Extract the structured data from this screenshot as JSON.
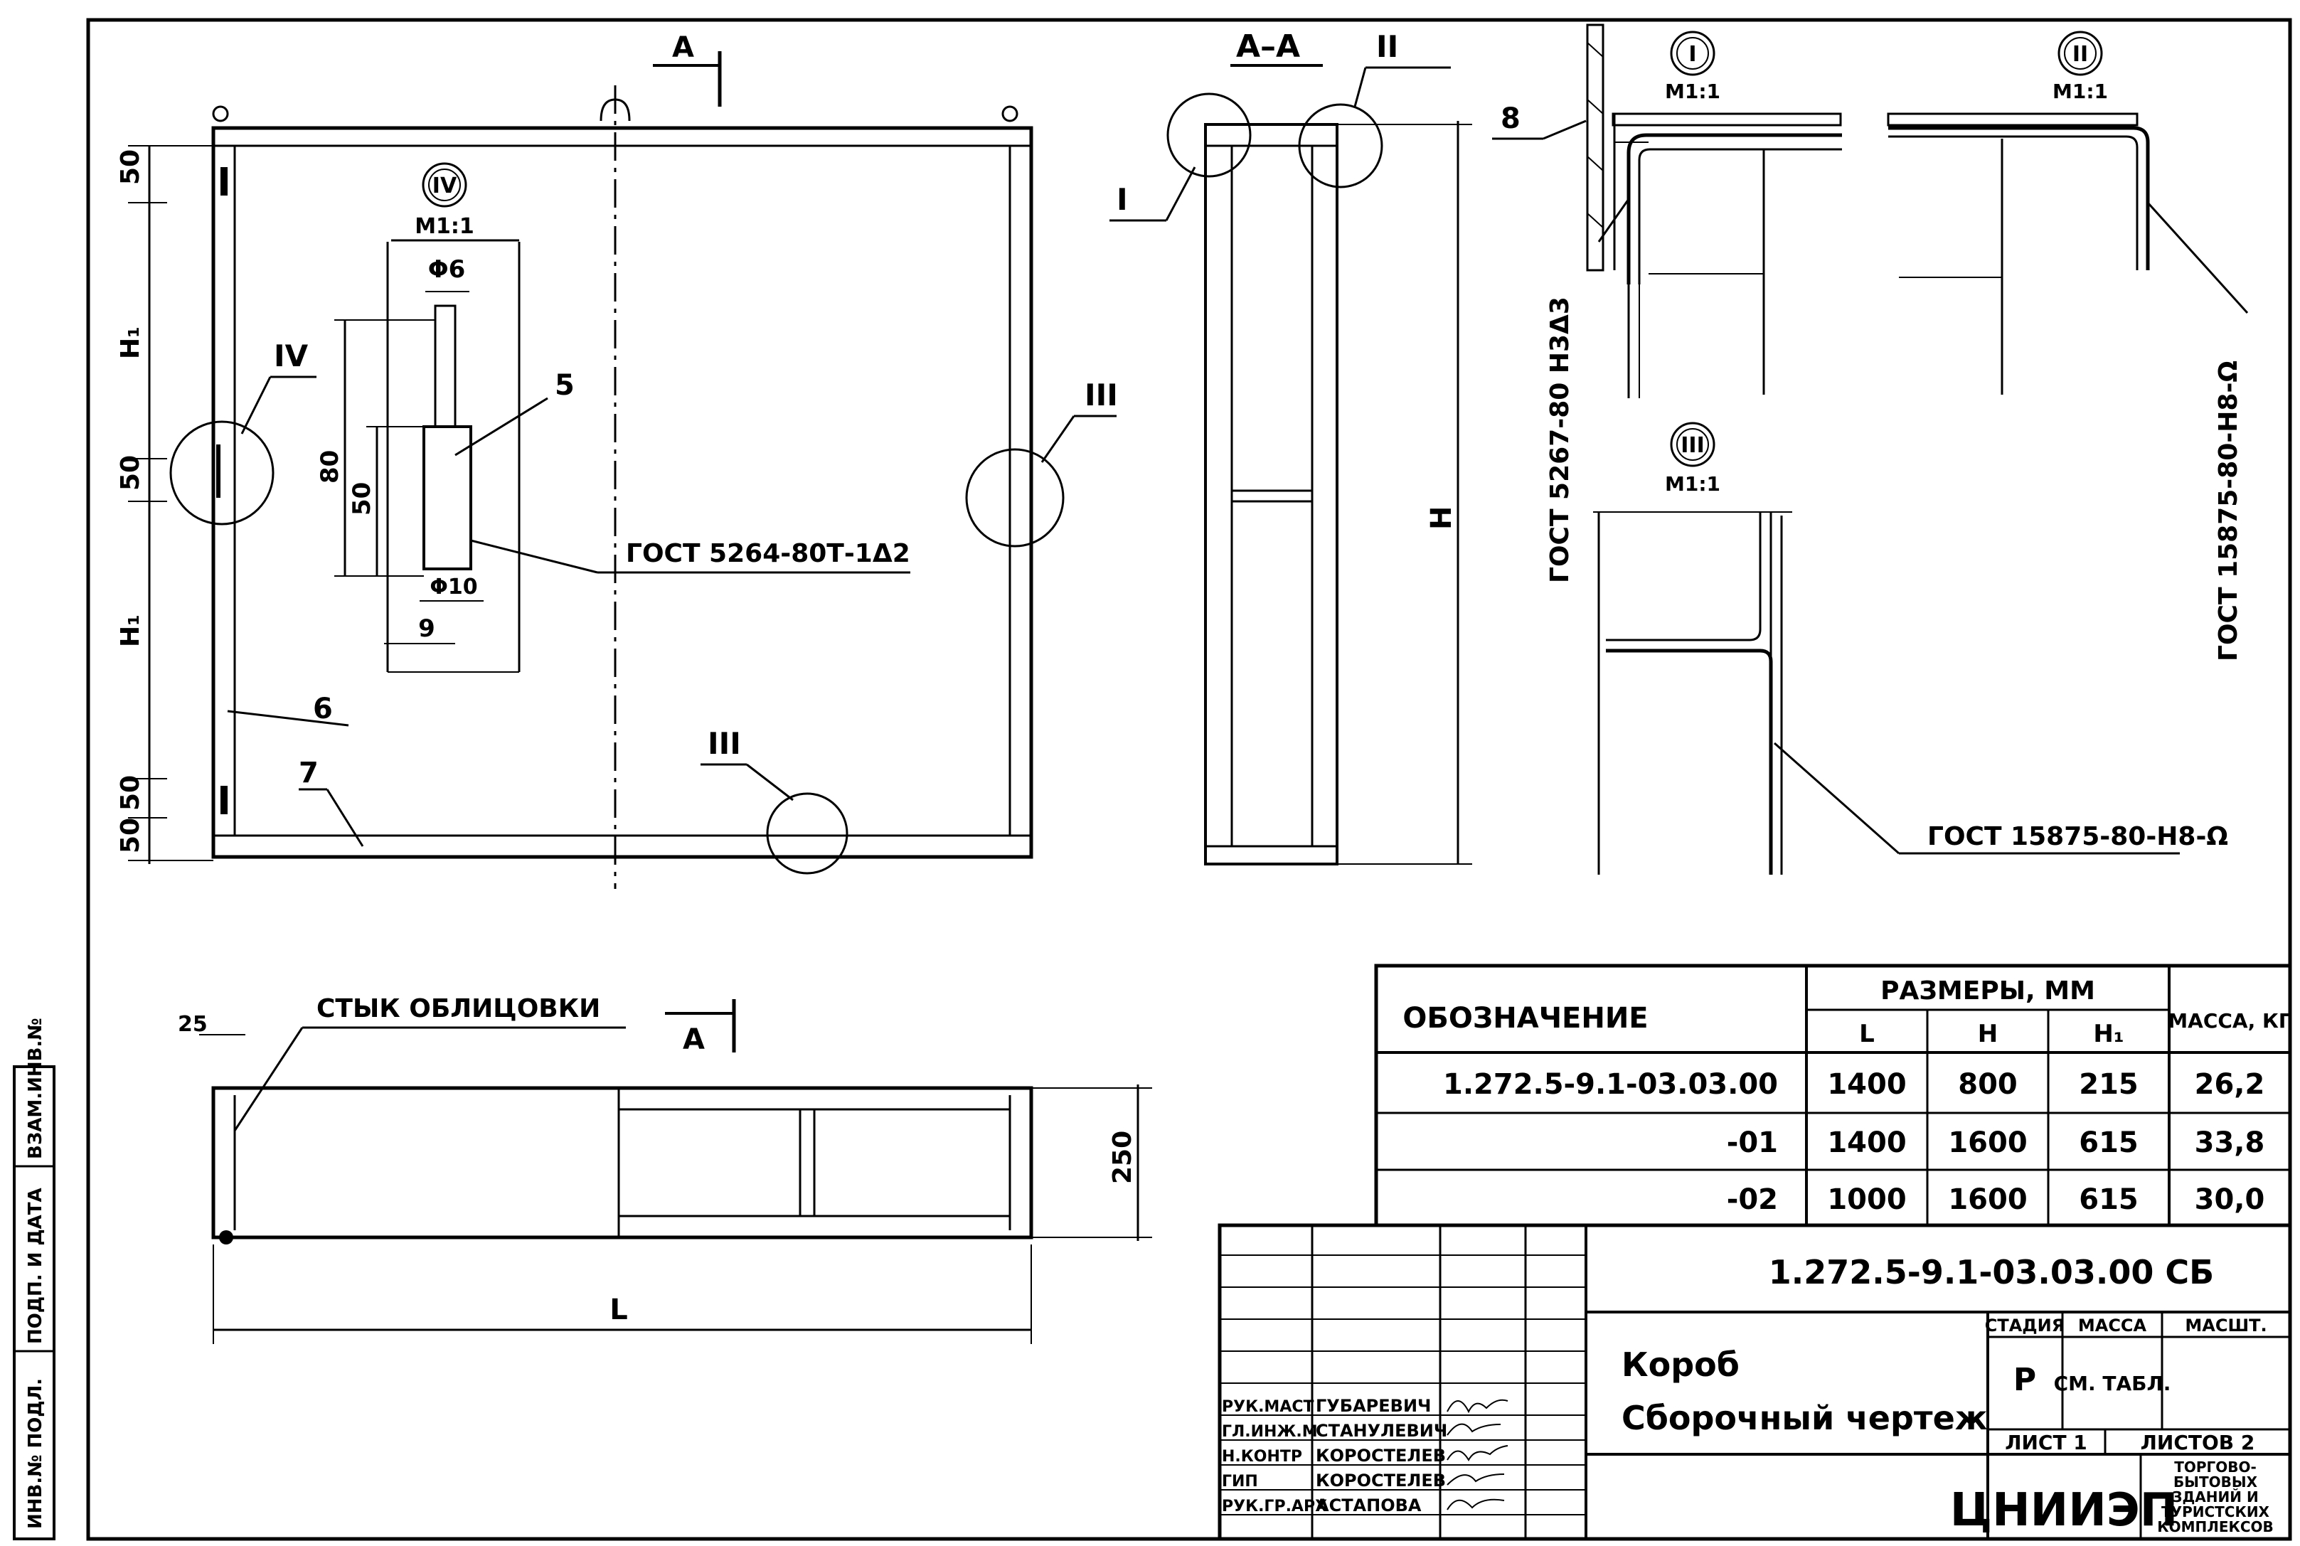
{
  "section_marks": {
    "cut": "A",
    "cut_view": "A–A"
  },
  "detail_marks": {
    "d1": "I",
    "d2": "II",
    "d3": "III",
    "d4": "IV",
    "scale": "M1:1"
  },
  "front_view": {
    "dims": {
      "d50a": "50",
      "h1a": "H₁",
      "d50b": "50",
      "h1b": "H₁",
      "d50c": "50",
      "d50d": "50"
    },
    "pos6": "6",
    "pos7": "7"
  },
  "detail4": {
    "phi6": "Φ6",
    "pos5": "5",
    "d80": "80",
    "d50": "50",
    "phi10": "Φ10",
    "d9": "9",
    "weld": "ГОСТ 5264-80Т-1Δ2"
  },
  "section_view": {
    "dim_h": "H"
  },
  "detail1": {
    "pos8": "8",
    "weld": "ГОСТ 5267-80 Н3Δ3"
  },
  "detail2": {
    "weld": "ГОСТ 15875-80-Н8-Ω"
  },
  "detail3": {
    "weld": "ГОСТ 15875-80-Н8-Ω"
  },
  "plan_view": {
    "joint_label": "СТЫК ОБЛИЦОВКИ",
    "d25": "25",
    "d250": "250",
    "dim_l": "L"
  },
  "size_table": {
    "col_designation": "ОБОЗНАЧЕНИЕ",
    "col_sizes": "РАЗМЕРЫ, ММ",
    "col_l": "L",
    "col_h": "H",
    "col_h1": "H₁",
    "col_mass": "МАССА, КГ",
    "rows": [
      {
        "designation": "1.272.5-9.1-03.03.00",
        "l": "1400",
        "h": "800",
        "h1": "215",
        "mass": "26,2"
      },
      {
        "designation": "-01",
        "l": "1400",
        "h": "1600",
        "h1": "615",
        "mass": "33,8"
      },
      {
        "designation": "-02",
        "l": "1000",
        "h": "1600",
        "h1": "615",
        "mass": "30,0"
      }
    ]
  },
  "title_block": {
    "doc_code": "1.272.5-9.1-03.03.00 СБ",
    "title_line1": "Короб",
    "title_line2": "Сборочный чертеж",
    "stage_label": "СТАДИЯ",
    "mass_label": "МАССА",
    "scale_label": "МАСШТ.",
    "stage_value": "Р",
    "mass_value": "СМ. ТАБЛ.",
    "sheet": "ЛИСТ 1",
    "sheets": "ЛИСТОВ 2",
    "org_logo": "ЦНИИЭП",
    "org_text": [
      "ТОРГОВО-",
      "БЫТОВЫХ",
      "ЗДАНИЙ И",
      "ТУРИСТСКИХ",
      "КОМПЛЕКСОВ"
    ],
    "roles": [
      {
        "role": "РУК.МАСТ",
        "name": "ГУБАРЕВИЧ"
      },
      {
        "role": "ГЛ.ИНЖ.М",
        "name": "СТАНУЛЕВИЧ"
      },
      {
        "role": "Н.КОНТР",
        "name": "КОРОСТЕЛЕВ"
      },
      {
        "role": "ГИП",
        "name": "КОРОСТЕЛЕВ"
      },
      {
        "role": "РУК.ГР.АРХ",
        "name": "АСТАПОВА"
      }
    ]
  },
  "side_stamp": [
    "ИНВ.№ ПОДЛ.",
    "ПОДП. И ДАТА",
    "ВЗАМ.ИНВ.№"
  ]
}
